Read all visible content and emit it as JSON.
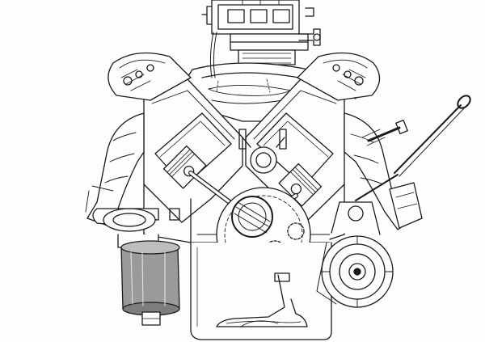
{
  "figure": {
    "subject": "",
    "colors": {
      "ink": "#1a1a1a",
      "paper": "#fdfdfd",
      "shade": "#9a9a9a"
    },
    "components": [
      "carburetor",
      "intake-manifold",
      "cylinder-bank-left",
      "cylinder-bank-right",
      "piston",
      "connecting-rod",
      "crankshaft",
      "camshaft",
      "exhaust-manifold",
      "oil-filter",
      "alternator",
      "dipstick",
      "oil-pan",
      "oil-pickup",
      "spark-plug"
    ]
  }
}
